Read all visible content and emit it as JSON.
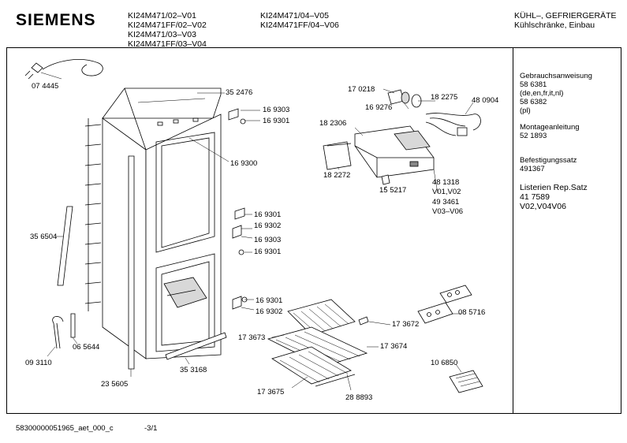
{
  "header": {
    "brand": "SIEMENS",
    "models_col1": [
      "KI24M471/02–V01",
      "KI24M471FF/02–V02",
      "KI24M471/03–V03",
      "KI24M471FF/03–V04"
    ],
    "models_col2": [
      "KI24M471/04–V05",
      "KI24M471FF/04–V06"
    ],
    "category": [
      "KÜHL–, GEFRIERGERÄTE",
      "Kühlschränke, Einbau"
    ]
  },
  "parts": {
    "p074445": "07 4445",
    "p352476": "35 2476",
    "p169303a": "16 9303",
    "p169301a": "16 9301",
    "p169300": "16 9300",
    "p169301b": "16 9301",
    "p169302a": "16 9302",
    "p169303b": "16 9303",
    "p169301c": "16 9301",
    "p169301d": "16 9301",
    "p169302b": "16 9302",
    "p356504": "35 6504",
    "p093110": "09 3110",
    "p065644": "06 5644",
    "p235605": "23 5605",
    "p353168": "35 3168",
    "p170218": "17 0218",
    "p182275": "18 2275",
    "p480904": "48 0904",
    "p169276": "16 9276",
    "p182306": "18 2306",
    "p182272": "18 2272",
    "p155217": "15 5217",
    "p481318": "48 1318",
    "v0102": "V01,V02",
    "p493461": "49 3461",
    "v0306": "V03–V06",
    "p173672": "17 3672",
    "p085716": "08 5716",
    "p173673": "17 3673",
    "p173674": "17 3674",
    "p106850": "10 6850",
    "p173675": "17 3675",
    "p288893": "28 8893"
  },
  "sidebar": {
    "manual_title": "Gebrauchsanweisung",
    "manual_lines": [
      "58  6381",
      "(de,en,fr,it,nl)",
      "58 6382",
      "(pl)"
    ],
    "install_title": "Montageanleitung",
    "install_number": "52 1893",
    "fixing_title": "Befestigungssatz",
    "fixing_number": "491367",
    "listerien_title": "Listerien Rep.Satz",
    "listerien_number": "41 7589",
    "listerien_variants": "V02,V04V06"
  },
  "footer": {
    "doc_code": "58300000051965_aet_000_c",
    "page": "-3/1"
  }
}
